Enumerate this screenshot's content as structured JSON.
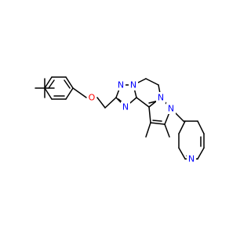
{
  "molecule": {
    "atoms": {
      "o_ether": {
        "label": "O",
        "color": "#ff0000"
      },
      "n_triazole_top": {
        "label": "N",
        "color": "#0000ff"
      },
      "n_bridge": {
        "label": "N",
        "color": "#0000ff"
      },
      "n_triazole_bottom": {
        "label": "N",
        "color": "#0000ff"
      },
      "n_pyrimidine": {
        "label": "N",
        "color": "#0000ff"
      },
      "n_pyrrole": {
        "label": "N",
        "color": "#0000ff"
      },
      "n_pyridine": {
        "label": "N",
        "color": "#0000ff"
      }
    }
  }
}
